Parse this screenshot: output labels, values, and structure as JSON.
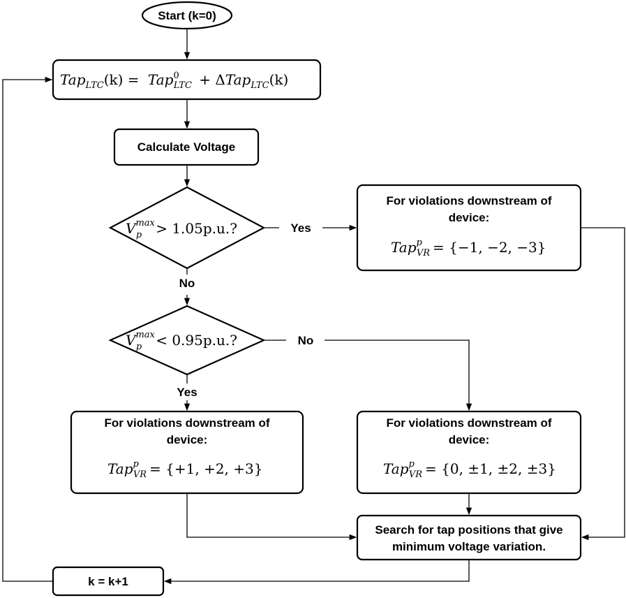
{
  "nodes": {
    "start": "Start (k=0)",
    "tap_ltc": {
      "lhs": "Tap",
      "lhs_sub": "LTC",
      "lhs_arg": "(k) =",
      "rhs1": "Tap",
      "rhs1_sup": "0",
      "rhs1_sub": "LTC",
      "plus": "+ Δ",
      "rhs2": "Tap",
      "rhs2_sub": "LTC",
      "rhs2_arg": "(k)"
    },
    "calculate": "Calculate Voltage",
    "decision_high": {
      "var": "V",
      "sup": "max",
      "sub": "p",
      "rel": "> 1.05p.u.?"
    },
    "decision_low": {
      "var": "V",
      "sup": "max",
      "sub": "p",
      "rel": "< 0.95p.u.?"
    },
    "box_minus": {
      "line1": "For violations downstream of",
      "line2": "device:",
      "tap": "Tap",
      "sup": "p",
      "sub": "VR",
      "set": "= {−1, −2, −3}"
    },
    "box_plus": {
      "line1": "For violations downstream of",
      "line2": "device:",
      "tap": "Tap",
      "sup": "p",
      "sub": "VR",
      "set": "= {+1, +2, +3}"
    },
    "box_pm": {
      "line1": "For violations downstream of",
      "line2": "device:",
      "tap": "Tap",
      "sup": "p",
      "sub": "VR",
      "set": "= {0, ±1, ±2, ±3}"
    },
    "search": {
      "line1": "Search for tap positions that give",
      "line2": "minimum voltage variation."
    },
    "increment": "k = k+1"
  },
  "edge_labels": {
    "high_yes": "Yes",
    "high_no": "No",
    "low_yes": "Yes",
    "low_no": "No"
  }
}
